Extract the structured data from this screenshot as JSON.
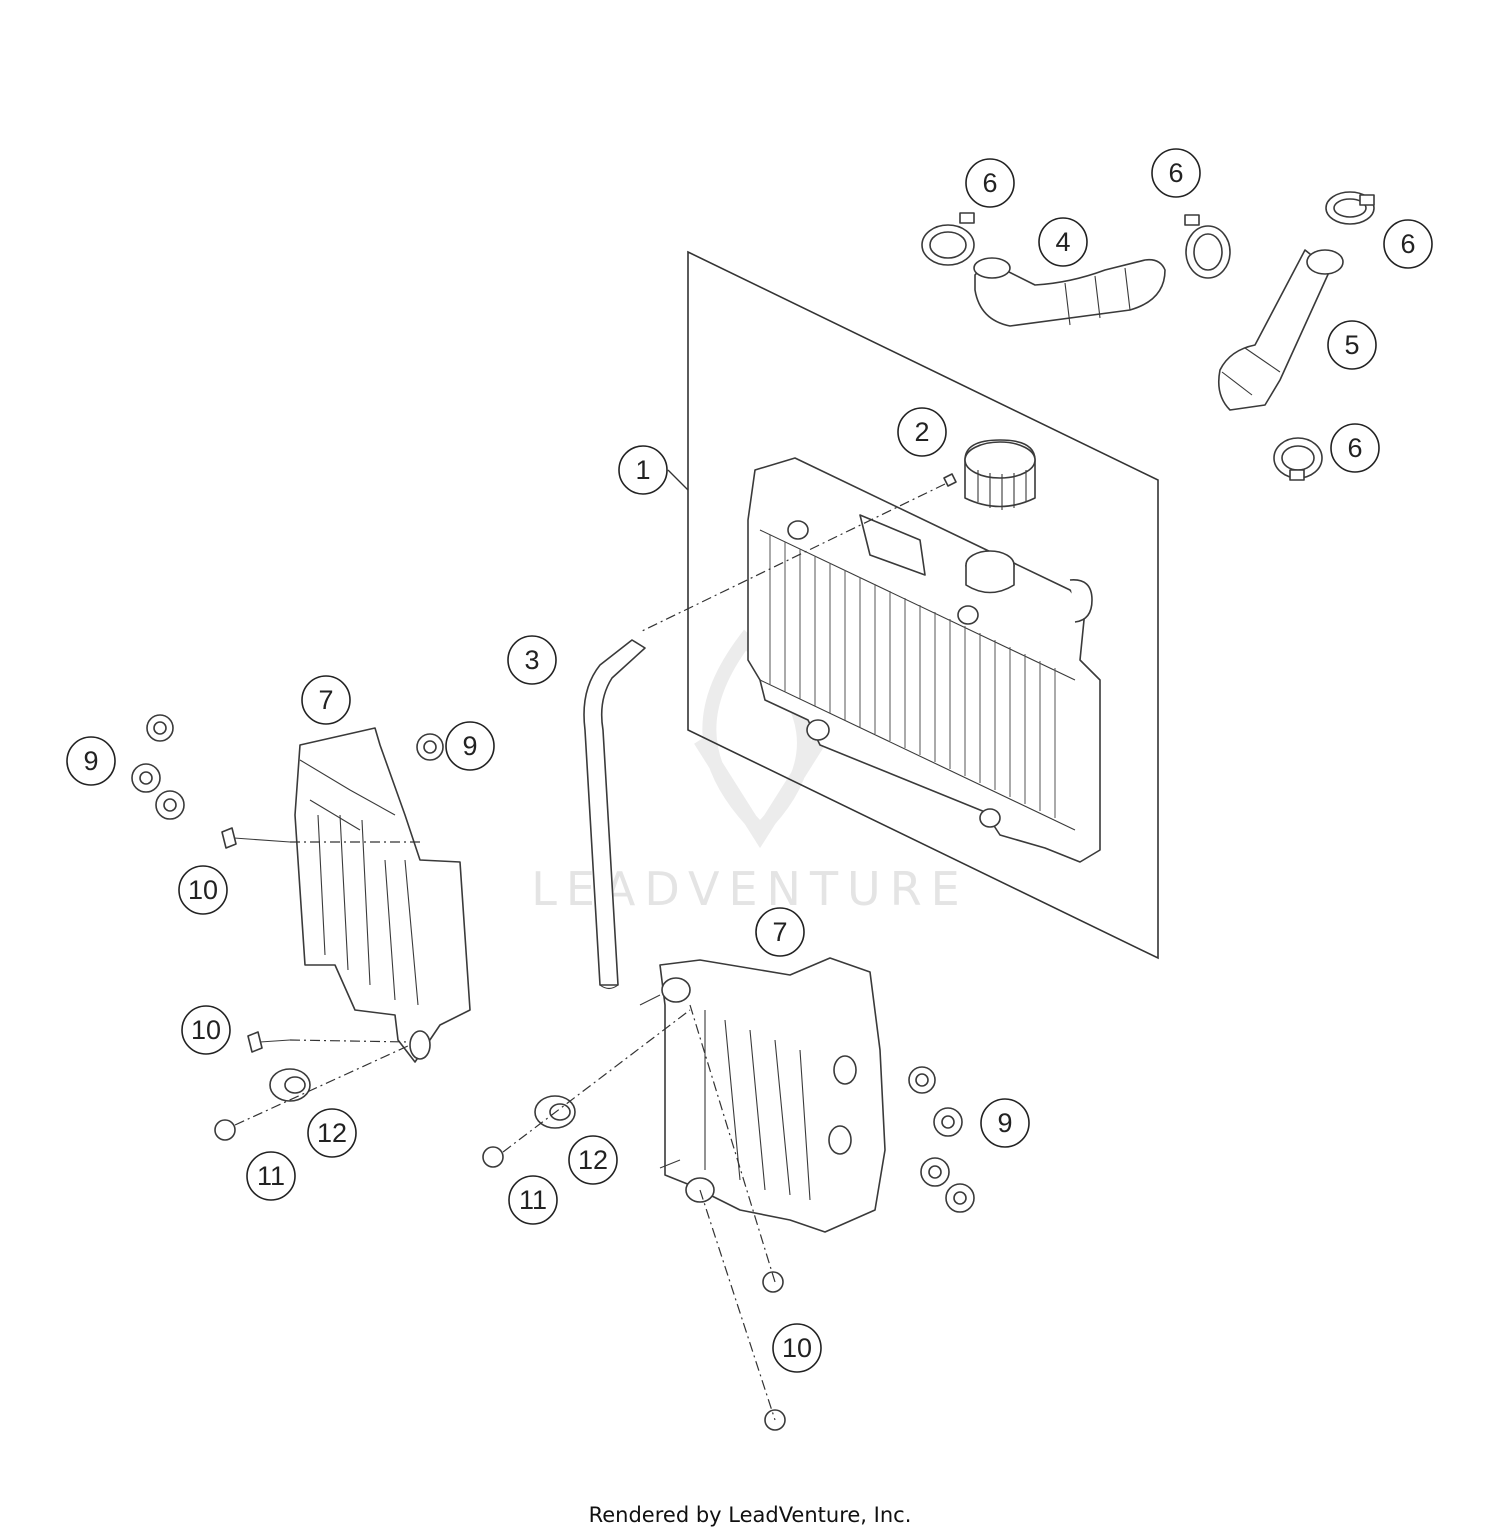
{
  "watermark": "LEADVENTURE",
  "footer": "Rendered by LeadVenture, Inc.",
  "callouts": [
    {
      "id": "c1",
      "label": "1"
    },
    {
      "id": "c2",
      "label": "2"
    },
    {
      "id": "c3",
      "label": "3"
    },
    {
      "id": "c4",
      "label": "4"
    },
    {
      "id": "c5",
      "label": "5"
    },
    {
      "id": "c6a",
      "label": "6"
    },
    {
      "id": "c6b",
      "label": "6"
    },
    {
      "id": "c6c",
      "label": "6"
    },
    {
      "id": "c6d",
      "label": "6"
    },
    {
      "id": "c7a",
      "label": "7"
    },
    {
      "id": "c7b",
      "label": "7"
    },
    {
      "id": "c9a",
      "label": "9"
    },
    {
      "id": "c9b",
      "label": "9"
    },
    {
      "id": "c9c",
      "label": "9"
    },
    {
      "id": "c10a",
      "label": "10"
    },
    {
      "id": "c10b",
      "label": "10"
    },
    {
      "id": "c10c",
      "label": "10"
    },
    {
      "id": "c11a",
      "label": "11"
    },
    {
      "id": "c11b",
      "label": "11"
    },
    {
      "id": "c12a",
      "label": "12"
    },
    {
      "id": "c12b",
      "label": "12"
    }
  ]
}
